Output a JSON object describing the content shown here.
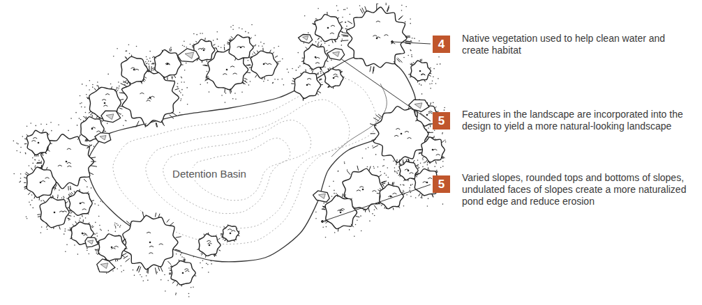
{
  "diagram": {
    "nodes": [
      {
        "text": [
          "Detention Basin"
        ]
      },
      {
        "text": [
          "4"
        ]
      },
      {
        "text": [
          "5"
        ]
      },
      {
        "text": [
          "5"
        ]
      }
    ],
    "labels": [
      "Native vegetation used to help clean water and create habitat",
      "Features in the landscape are incorporated into the design to yield a more natural-looking landscape",
      "Varied slopes, rounded tops and bottoms of slopes, undulated faces of slopes create a more naturalized pond edge and reduce erosion"
    ]
  }
}
